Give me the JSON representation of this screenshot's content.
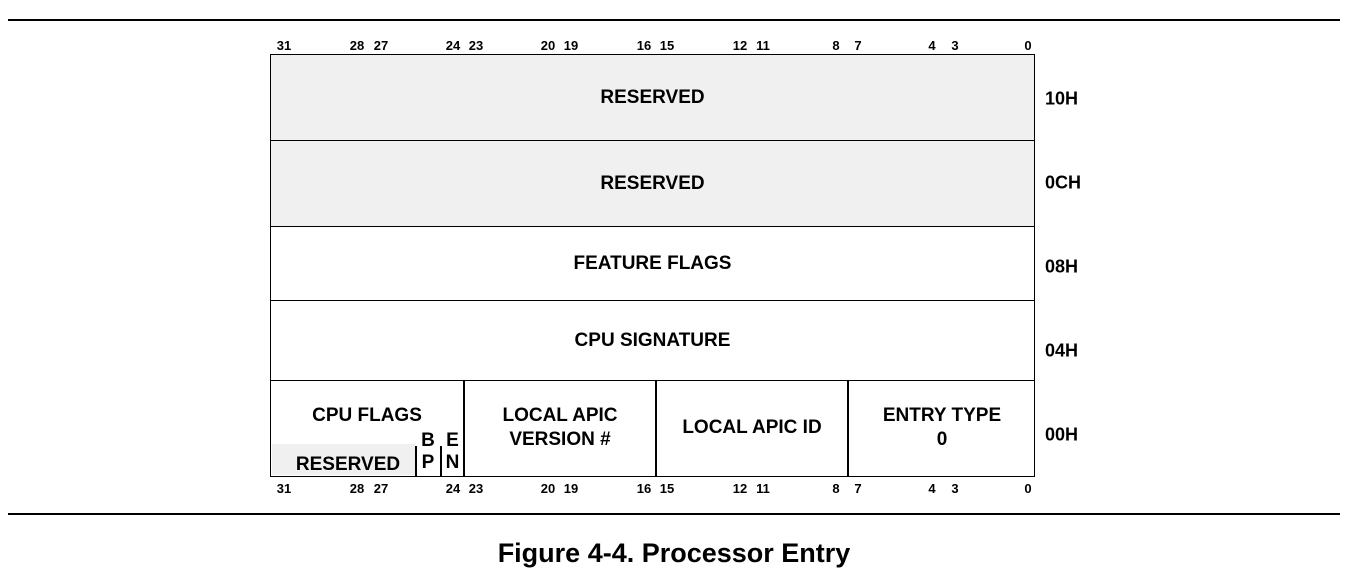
{
  "bit_labels": [
    "31",
    "28",
    "27",
    "24",
    "23",
    "20",
    "19",
    "16",
    "15",
    "12",
    "11",
    "8",
    "7",
    "4",
    "3",
    "0"
  ],
  "rows": [
    {
      "label": "RESERVED",
      "offset": "10H",
      "shaded": true
    },
    {
      "label": "RESERVED",
      "offset": "0CH",
      "shaded": true
    },
    {
      "label": "FEATURE FLAGS",
      "offset": "08H",
      "shaded": false
    },
    {
      "label": "CPU SIGNATURE",
      "offset": "04H",
      "shaded": false
    }
  ],
  "last_row": {
    "offset": "00H",
    "cpu_flags": "CPU FLAGS",
    "reserved": "RESERVED",
    "bp": [
      "B",
      "P"
    ],
    "en": [
      "E",
      "N"
    ],
    "apic_version": "LOCAL APIC VERSION #",
    "apic_id": "LOCAL APIC ID",
    "entry_type": "ENTRY TYPE",
    "entry_type_value": "0"
  },
  "caption": "Figure 4-4.  Processor Entry",
  "colors": {
    "shaded": "#f0f0f0",
    "line": "#000000"
  }
}
